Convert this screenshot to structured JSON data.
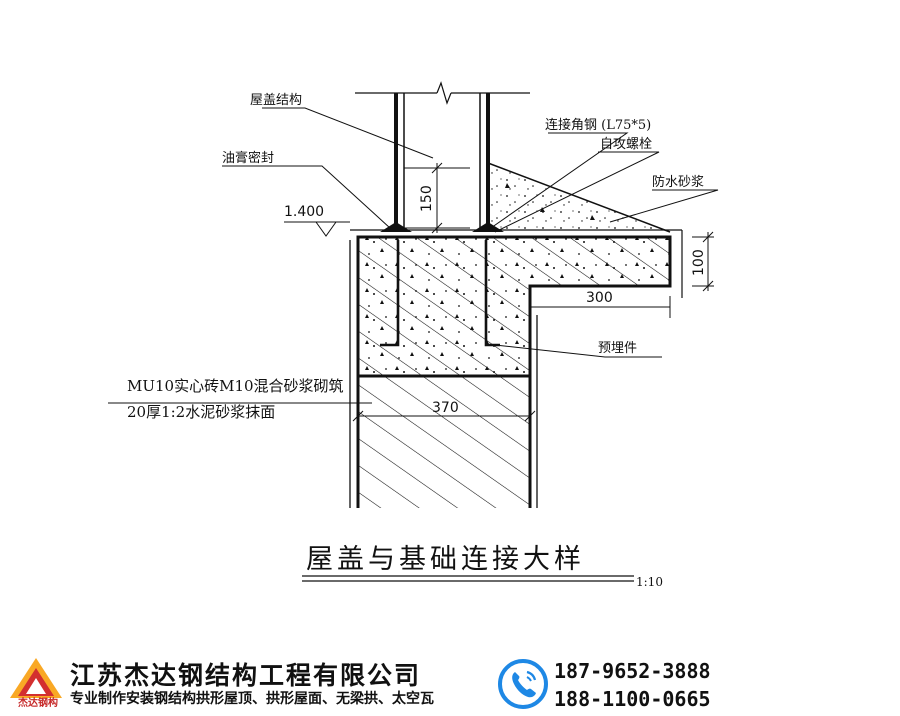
{
  "labels": {
    "roof_structure": "屋盖结构",
    "sealant": "油膏密封",
    "angle_steel": "连接角钢 (L75*5)",
    "self_tapping_bolt": "自攻螺栓",
    "waterproof_mortar": "防水砂浆",
    "embedded_part": "预埋件",
    "masonry_1": "MU10实心砖M10混合砂浆砌筑",
    "masonry_2": "20厚1:2水泥砂浆抹面"
  },
  "dimensions": {
    "elevation": "1.400",
    "d150": "150",
    "d100": "100",
    "d300": "300",
    "d370": "370"
  },
  "title": "屋盖与基础连接大样",
  "scale": "1:10",
  "footer": {
    "logo_text": "杰达钢构",
    "company": "江苏杰达钢结构工程有限公司",
    "services": "专业制作安装钢结构拱形屋顶、拱形屋面、无梁拱、太空瓦",
    "phone_1": "187-9652-3888",
    "phone_2": "188-1100-0665"
  },
  "colors": {
    "logo_red": "#d32f2f",
    "logo_yellow": "#f9a825",
    "phone_blue": "#1e88e5"
  },
  "icons": {
    "logo": "company-logo-icon",
    "phone": "phone-icon"
  }
}
